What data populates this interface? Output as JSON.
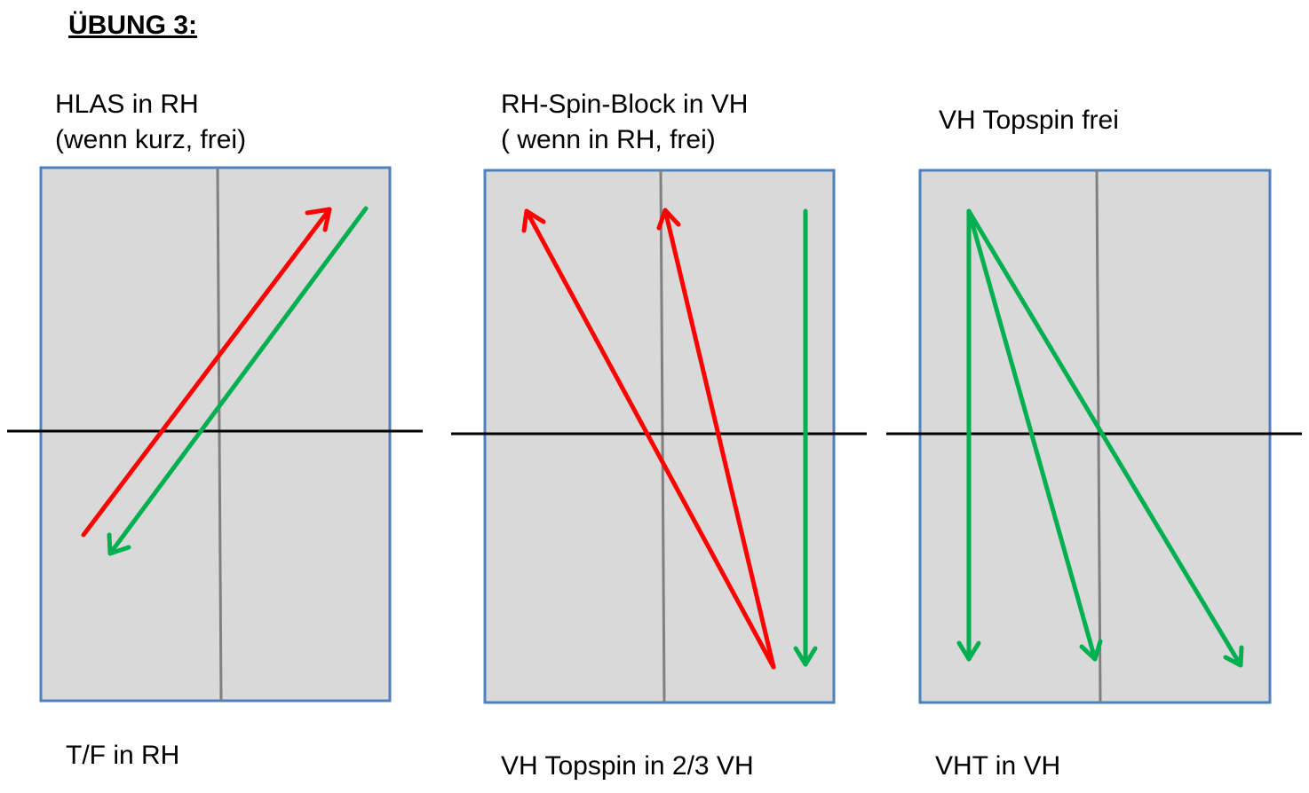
{
  "title": "ÜBUNG 3:",
  "colors": {
    "court_fill": "#d9d9d9",
    "court_border": "#4f81bd",
    "center_line": "#808080",
    "net": "#000000",
    "red_arrow": "#ff0000",
    "green_arrow": "#00b050"
  },
  "panels": [
    {
      "top_line1": "HLAS in RH",
      "top_line2": "(wenn kurz, frei)",
      "bottom": "T/F in RH"
    },
    {
      "top_line1": "RH-Spin-Block in VH",
      "top_line2": "( wenn in RH, frei)",
      "bottom": "VH Topspin in 2/3 VH"
    },
    {
      "top_line1": "VH Topspin frei",
      "top_line2": "",
      "bottom": "VHT in VH"
    }
  ]
}
